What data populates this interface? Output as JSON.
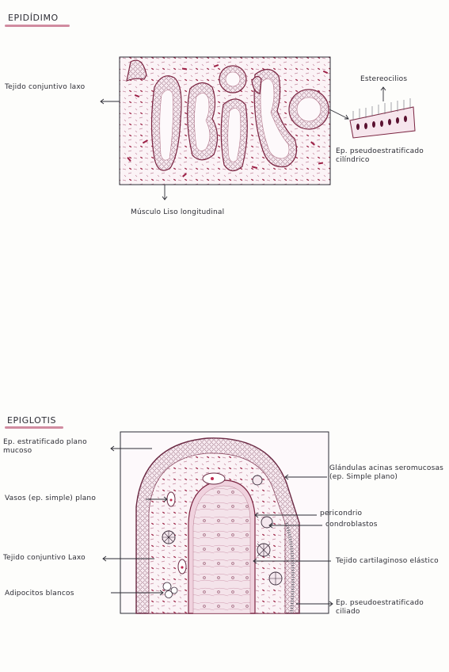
{
  "epididimo": {
    "title": "EPIDÍDIMO",
    "labels": {
      "tejido_conjuntivo": "Tejido conjuntivo laxo",
      "estereocilios": "Estereocilios",
      "ep_pseudo": "Ep. pseudoestratificado cilíndrico",
      "musculo": "Músculo Liso longitudinal"
    }
  },
  "epiglotis": {
    "title": "EPIGLOTIS",
    "labels": {
      "ep_estratificado": "Ep. estratificado plano mucoso",
      "vasos": "Vasos (ep. simple) plano",
      "tejido_conjuntivo": "Tejido conjuntivo Laxo",
      "adipocitos": "Adipocitos blancos",
      "glandulas": "Glándulas acinas seromucosas (ep. Simple plano)",
      "pericondrio": "pericondrio",
      "condroblastos": "condroblastos",
      "cartilaginoso": "Tejido cartilaginoso elástico",
      "ep_pseudo_ciliado": "Ep. pseudoestratificado ciliado"
    }
  },
  "colors": {
    "ink": "#2c2c34",
    "tissue_pink": "#e9c3d2",
    "tissue_light": "#f3dde6",
    "nucleus": "#8a1a3a",
    "highlight": "#c9788f"
  }
}
